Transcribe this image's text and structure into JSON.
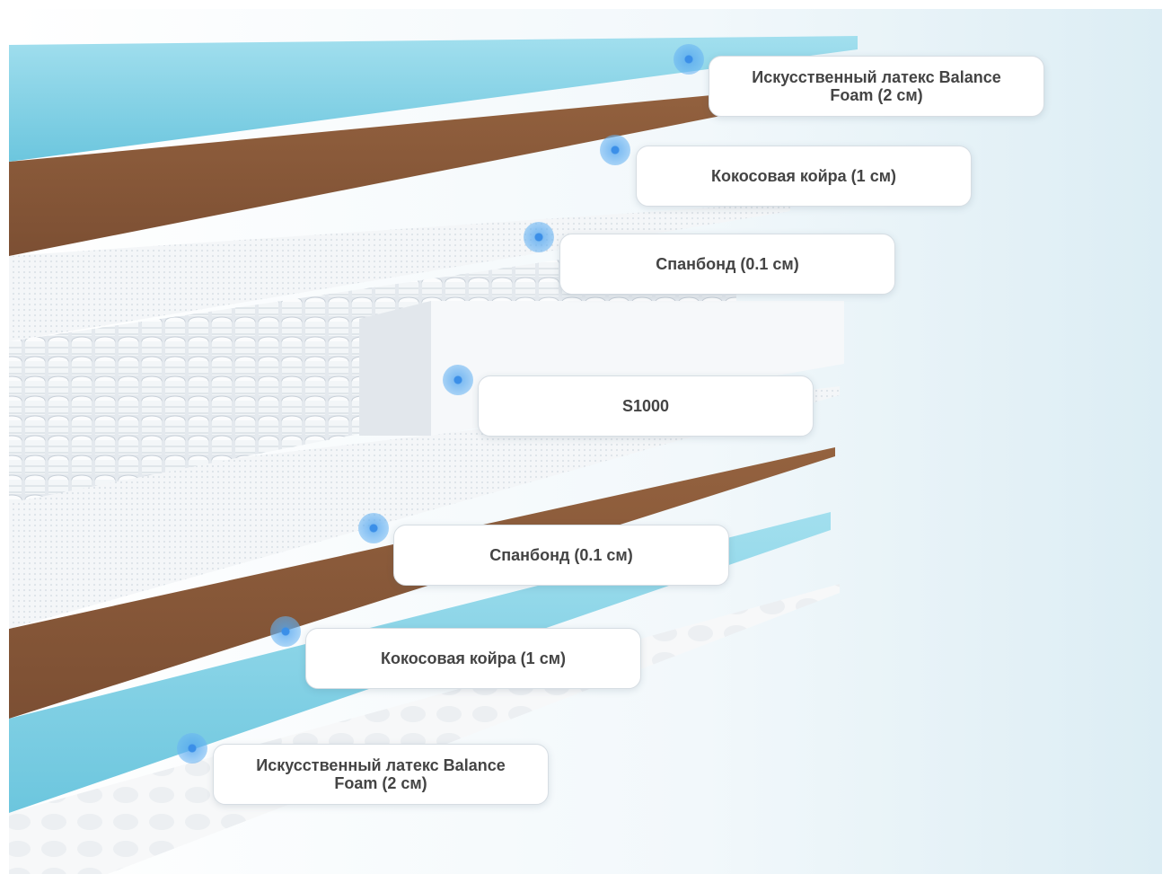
{
  "title": "",
  "colors": {
    "latex_layer": "#8fd4e6",
    "coir_layer": "#8b5a3c",
    "spunbond_layer": "#f3f6f8",
    "spring_block": "#eef2f6",
    "marker": "#3b8fe8",
    "background": "#e8f3f8"
  },
  "layers": [
    {
      "label": "Искусственный латекс Balance Foam (2 см)"
    },
    {
      "label": "Кокосовая койра (1 см)"
    },
    {
      "label": "Спанбонд (0.1 см)"
    },
    {
      "label": "S1000"
    },
    {
      "label": "Спанбонд (0.1 см)"
    },
    {
      "label": "Кокосовая койра (1 см)"
    },
    {
      "label": "Искусственный латекс Balance Foam (2 см)"
    }
  ]
}
